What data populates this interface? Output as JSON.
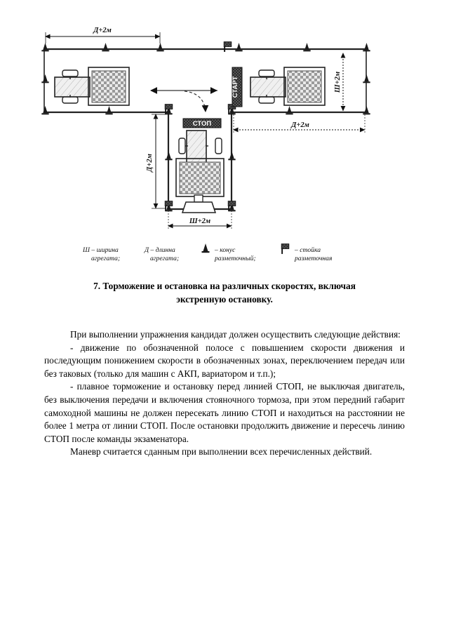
{
  "document": {
    "title_number": "7.",
    "title_text": "Торможение и остановка на различных скоростях, включая экстренную остановку.",
    "title_line1": "7.  Торможение и остановка на различных скоростях, включая",
    "title_line2": "экстренную остановку."
  },
  "diagram": {
    "labels": {
      "top_length": "Д+2м",
      "right_width": "Ш+2м",
      "middle_length": "Д+2м",
      "left_length": "Д+2м",
      "bottom_width": "Ш+2м",
      "start_sign": "СТАРТ",
      "stop_sign": "СТОП"
    },
    "legend": [
      {
        "symbol": "Ш",
        "dash": "–",
        "line1": "ширина",
        "line2": "агрегата;"
      },
      {
        "symbol": "Д",
        "dash": "–",
        "line1": "длинна",
        "line2": "агрегата;"
      },
      {
        "symbol": "cone-icon",
        "dash": "–",
        "line1": "конус",
        "line2": "разметочный;"
      },
      {
        "symbol": "post-icon",
        "dash": "–",
        "line1": "стойка",
        "line2": "разметочная"
      }
    ]
  },
  "body": {
    "paragraphs": [
      "При выполнении упражнения кандидат должен осуществить следующие действия:",
      "- движение по обозначенной полосе с повышением скорости движения и последующим понижением скорости в обозначенных зонах, переключением передач или без таковых (только для машин с АКП, вариатором и т.п.);",
      "- плавное торможение и остановку перед линией СТОП, не выключая двигатель, без выключения передачи и включения стояночного тормоза, при этом передний габарит самоходной машины не должен пересекать линию СТОП и находиться на расстоянии не более 1 метра от линии СТОП. После остановки продолжить движение и пересечь линию СТОП после команды экзаменатора.",
      "Маневр считается сданным при выполнении всех перечисленных действий."
    ]
  }
}
